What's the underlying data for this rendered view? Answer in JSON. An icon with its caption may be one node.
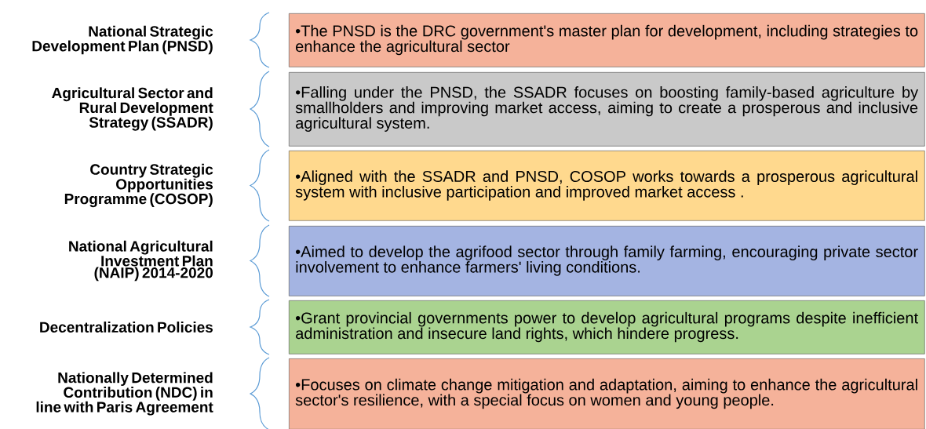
{
  "diagram": {
    "nodes": [
      {
        "text": [
          "•The PNSD is the DRC government's master plan for development, including strategies to enhance the agricultural sector"
        ]
      },
      {
        "text": [
          "•Falling under the PNSD, the SSADR focuses on boosting family-based agriculture by smallholders and improving market access, aiming to create a prosperous and inclusive agricultural system."
        ]
      },
      {
        "text": [
          "•Aligned with the SSADR and PNSD, COSOP works towards a prosperous agricultural system with inclusive participation and improved market access ."
        ]
      },
      {
        "text": [
          "•Aimed to develop the agrifood sector through family farming, encouraging private sector involvement to enhance farmers' living conditions."
        ]
      },
      {
        "text": [
          "•Grant provincial governments power to develop agricultural programs despite inefficient administration and insecure land rights, which hindere progress."
        ]
      },
      {
        "text": [
          "•Focuses on climate change mitigation and adaptation, aiming to enhance the agricultural sector's resilience, with a special focus on women and young people."
        ]
      }
    ],
    "labels": [
      "National Strategic Development Plan (PNSD)",
      "Agricultural Sector and Rural Development Strategy (SSADR)",
      "Country Strategic Opportunities Programme (COSOP)",
      "National Agricultural Investment Plan (NAIP) 2014-2020",
      "Decentralization Policies",
      "Nationally Determined Contribution (NDC) in line with  Paris Agreement"
    ]
  }
}
